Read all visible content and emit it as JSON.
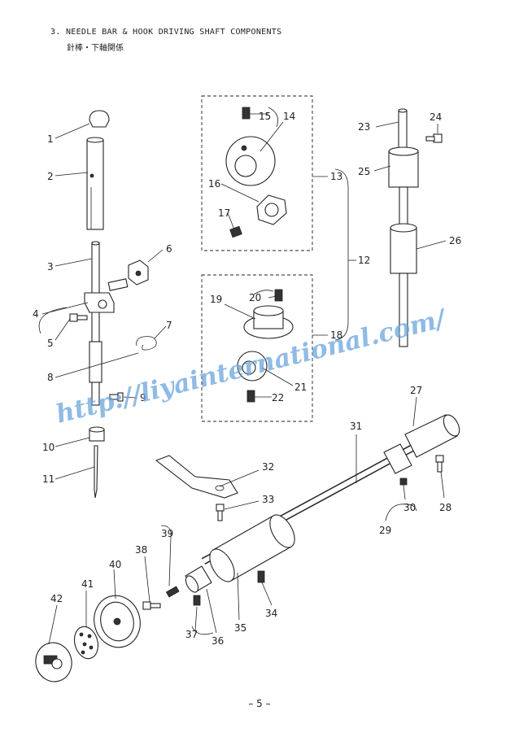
{
  "header": {
    "title": "3. NEEDLE BAR & HOOK DRIVING SHAFT COMPONENTS",
    "subtitle": "針棒・下軸関係"
  },
  "footer": {
    "page_number": "– 5 –"
  },
  "watermark": {
    "text": "http://liyainternational.com/",
    "color": "#6aa4dc"
  },
  "part_labels": [
    "1",
    "2",
    "3",
    "4",
    "5",
    "6",
    "7",
    "8",
    "9",
    "10",
    "11",
    "12",
    "13",
    "14",
    "15",
    "16",
    "17",
    "18",
    "19",
    "20",
    "21",
    "22",
    "23",
    "24",
    "25",
    "26",
    "27",
    "28",
    "29",
    "30",
    "31",
    "32",
    "33",
    "34",
    "35",
    "36",
    "37",
    "38",
    "39",
    "40",
    "41",
    "42"
  ]
}
